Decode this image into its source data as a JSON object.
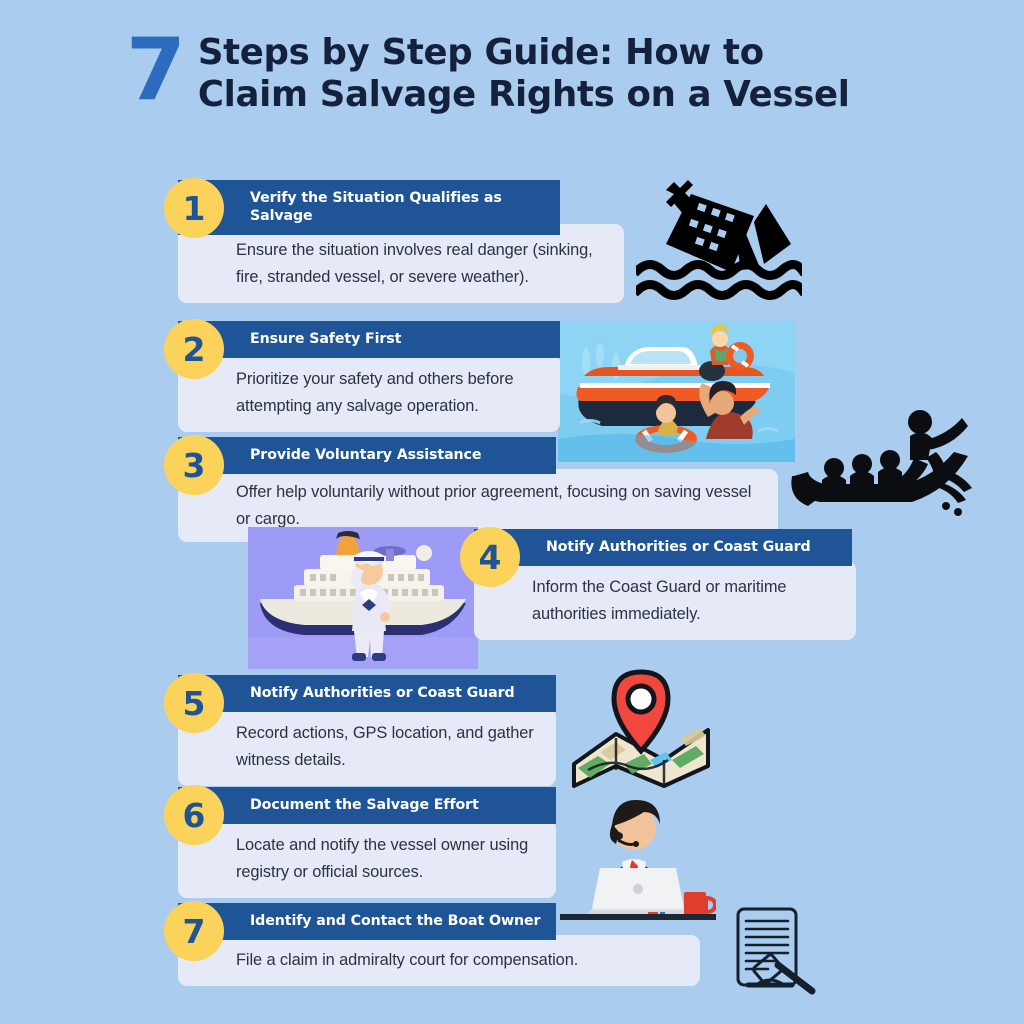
{
  "title": {
    "number": "7",
    "line1": "Steps by Step Guide: How to",
    "line2": "Claim Salvage Rights on a Vessel"
  },
  "colors": {
    "background": "#aaccef",
    "header_bar": "#1f5596",
    "body_panel": "#e5eaf6",
    "badge": "#fbd35a",
    "badge_text": "#1f5596",
    "title_text": "#15213c",
    "accent_number": "#2d6bbe"
  },
  "steps": [
    {
      "number": "1",
      "heading": "Verify the Situation Qualifies as Salvage",
      "body": "Ensure the situation involves real danger (sinking, fire, stranded vessel, or severe weather).",
      "icon": "sinking-ship-icon"
    },
    {
      "number": "2",
      "heading": "Ensure Safety First",
      "body": "Prioritize your safety and others before attempting any salvage operation.",
      "icon": "rescue-boat-illustration"
    },
    {
      "number": "3",
      "heading": "Provide Voluntary Assistance",
      "body": "Offer help voluntarily without prior agreement, focusing on saving vessel or cargo.",
      "icon": "rowing-rescue-silhouette-icon"
    },
    {
      "number": "4",
      "heading": "Notify Authorities or Coast Guard",
      "body": "Inform the Coast Guard or maritime authorities immediately.",
      "icon": "sailor-cruise-ship-illustration"
    },
    {
      "number": "5",
      "heading": "Notify Authorities or Coast Guard",
      "body": "Record actions, GPS location, and gather witness details.",
      "icon": "map-pin-icon"
    },
    {
      "number": "6",
      "heading": "Document the Salvage Effort",
      "body": "Locate and notify the vessel owner using registry or official sources.",
      "icon": "businessman-laptop-illustration"
    },
    {
      "number": "7",
      "heading": "Identify and Contact the Boat Owner",
      "body": "File a claim in admiralty court for compensation.",
      "icon": "document-gavel-icon"
    }
  ]
}
